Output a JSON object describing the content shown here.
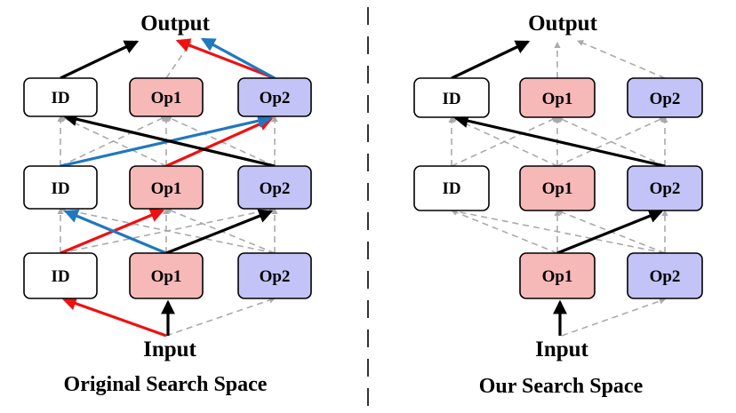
{
  "panels": [
    {
      "caption": "Original Search Space",
      "output_label": "Output",
      "input_label": "Input",
      "layers": [
        [
          {
            "label": "ID",
            "type": "id"
          },
          {
            "label": "Op1",
            "type": "op1"
          },
          {
            "label": "Op2",
            "type": "op2"
          }
        ],
        [
          {
            "label": "ID",
            "type": "id"
          },
          {
            "label": "Op1",
            "type": "op1"
          },
          {
            "label": "Op2",
            "type": "op2"
          }
        ],
        [
          {
            "label": "ID",
            "type": "id"
          },
          {
            "label": "Op1",
            "type": "op1"
          },
          {
            "label": "Op2",
            "type": "op2"
          }
        ]
      ]
    },
    {
      "caption": "Our Search Space",
      "output_label": "Output",
      "input_label": "Input",
      "layers": [
        [
          {
            "label": "ID",
            "type": "id"
          },
          {
            "label": "Op1",
            "type": "op1"
          },
          {
            "label": "Op2",
            "type": "op2"
          }
        ],
        [
          {
            "label": "ID",
            "type": "id"
          },
          {
            "label": "Op1",
            "type": "op1"
          },
          {
            "label": "Op2",
            "type": "op2"
          }
        ],
        [
          {
            "label": "Op1",
            "type": "op1"
          },
          {
            "label": "Op2",
            "type": "op2"
          }
        ]
      ]
    }
  ],
  "colors": {
    "id_fill": "#ffffff",
    "op1_fill": "#f7b8b8",
    "op2_fill": "#c3c3f7",
    "black_path": "#000000",
    "red_path": "#ee1111",
    "blue_path": "#1f78c0",
    "dashed_edge": "#aaaaaa"
  }
}
